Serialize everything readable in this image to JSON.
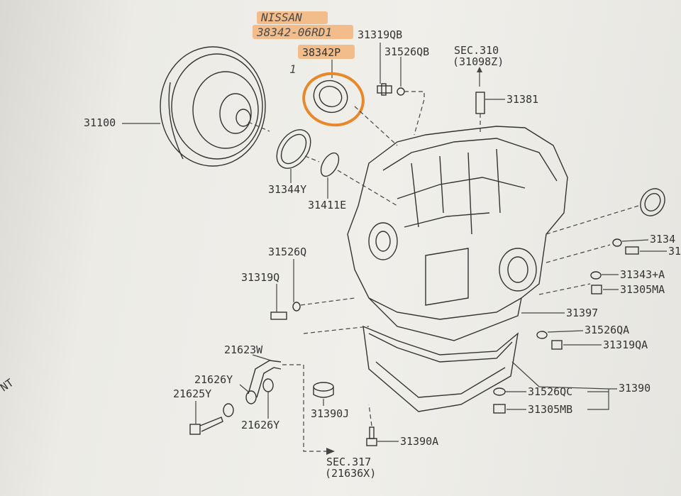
{
  "annotations": {
    "brand": "NISSAN",
    "part_number": "38342-06RD1",
    "highlight_code": "38342P",
    "index_number": "1",
    "highlight_color": "#f2b47a",
    "circle_color": "#e8882a"
  },
  "labels": {
    "p31100": "31100",
    "p31319QB": "31319QB",
    "p31526QB": "31526QB",
    "sec310": "SEC.310",
    "sec310_ref": "(31098Z)",
    "p31381": "31381",
    "p31344Y": "31344Y",
    "p31411E": "31411E",
    "p3134": "3134",
    "p31": "31",
    "p31343A": "31343+A",
    "p31305MA": "31305MA",
    "p31526Q": "31526Q",
    "p31319Q": "31319Q",
    "p31397": "31397",
    "p31526QA": "31526QA",
    "p31319QA": "31319QA",
    "p21623W": "21623W",
    "p21626Y_a": "21626Y",
    "p21625Y": "21625Y",
    "p21626Y_b": "21626Y",
    "p31390J": "31390J",
    "p31526QC": "31526QC",
    "p31390": "31390",
    "p31305MB": "31305MB",
    "p31390A": "31390A",
    "sec317": "SEC.317",
    "sec317_ref": "(21636X)",
    "edge_fragment": "NT"
  }
}
